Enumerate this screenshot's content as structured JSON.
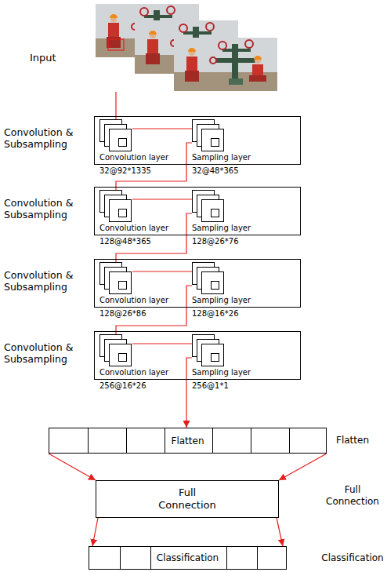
{
  "diagram": {
    "nodes": [
      {
        "text": [
          "Input"
        ]
      },
      {
        "text": [
          "Convolution & Subsampling"
        ]
      },
      {
        "text": [
          "Convolution layer",
          "32@92*1335"
        ],
        "in": 1
      },
      {
        "text": [
          "Sampling layer",
          "32@48*365"
        ],
        "in": 1
      },
      {
        "text": [
          "Convolution & Subsampling"
        ]
      },
      {
        "text": [
          "Convolution layer",
          "128@48*365"
        ],
        "in": 4
      },
      {
        "text": [
          "Sampling layer",
          "128@26*76"
        ],
        "in": 4
      },
      {
        "text": [
          "Convolution & Subsampling"
        ]
      },
      {
        "text": [
          "Convolution layer",
          "128@26*86"
        ],
        "in": 7
      },
      {
        "text": [
          "Sampling layer",
          "128@16*26"
        ],
        "in": 7
      },
      {
        "text": [
          "Convolution & Subsampling"
        ]
      },
      {
        "text": [
          "Convolution layer",
          "256@16*26"
        ],
        "in": 10
      },
      {
        "text": [
          "Sampling layer",
          "256@1*1"
        ],
        "in": 10
      },
      {
        "text": [
          "Flatten"
        ]
      },
      {
        "text": [
          "Full Connection"
        ]
      },
      {
        "text": [
          "Classification"
        ]
      }
    ],
    "edges": [
      {
        "from": 0,
        "to": 2,
        "arrow": "none"
      },
      {
        "from": 2,
        "to": 3,
        "arrow": "none"
      },
      {
        "from": 3,
        "to": 5,
        "arrow": "none"
      },
      {
        "from": 5,
        "to": 6,
        "arrow": "none"
      },
      {
        "from": 6,
        "to": 8,
        "arrow": "none"
      },
      {
        "from": 8,
        "to": 9,
        "arrow": "none"
      },
      {
        "from": 9,
        "to": 11,
        "arrow": "none"
      },
      {
        "from": 11,
        "to": 12,
        "arrow": "none"
      },
      {
        "from": 12,
        "to": 13,
        "arrow": "to"
      },
      {
        "from": 13,
        "to": 14,
        "arrow": "to"
      },
      {
        "from": 14,
        "to": 15,
        "arrow": "to"
      }
    ],
    "labels": [
      "Flatten",
      "Full Connection",
      "Classification"
    ]
  }
}
